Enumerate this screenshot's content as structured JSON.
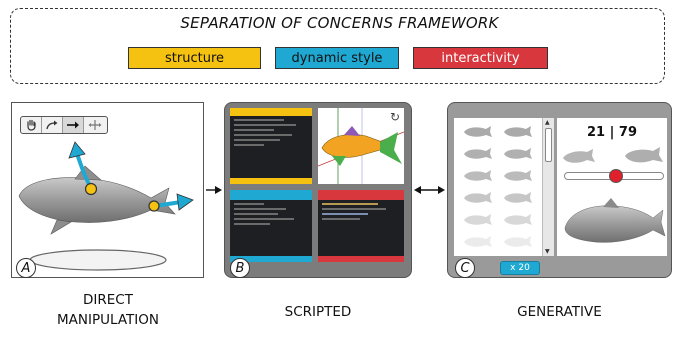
{
  "legend": {
    "title": "SEPARATION OF CONCERNS FRAMEWORK",
    "items": [
      {
        "label": "structure",
        "color": "#f5c211"
      },
      {
        "label": "dynamic style",
        "color": "#1fa8d2"
      },
      {
        "label": "interactivity",
        "color": "#d8383d"
      }
    ]
  },
  "panels": {
    "a": {
      "badge": "A",
      "caption_line1": "DIRECT",
      "caption_line2": "MANIPULATION",
      "toolbar_icons": [
        "hand-icon",
        "curved-arrow-icon",
        "straight-arrow-icon",
        "resize-arrows-icon"
      ]
    },
    "b": {
      "badge": "B",
      "caption": "SCRIPTED",
      "code_panels": [
        "structure",
        "dynamic style",
        "interactivity"
      ]
    },
    "c": {
      "badge": "C",
      "caption": "GENERATIVE",
      "readout_left": "21",
      "readout_sep": " | ",
      "readout_right": "79",
      "count_label": "x 20",
      "slider_value": 0.5
    }
  },
  "colors": {
    "structure": "#f5c211",
    "style": "#1fa8d2",
    "interactivity": "#d8383d",
    "fish": "#8a8a8a",
    "fish_structure": "#f1a321",
    "fish_fin": "#8d58b6",
    "fish_tail": "#4aae4a"
  }
}
